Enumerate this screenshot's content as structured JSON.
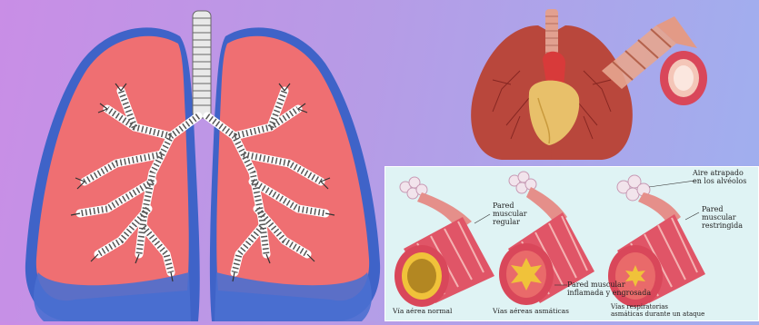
{
  "asthma_diagram": {
    "labels": {
      "trapped_air": "Aire atrapado\nen los alvéolos",
      "muscle_normal": "Pared\nmuscular\nregular",
      "muscle_restricted": "Pared\nmuscular\nrestringida",
      "muscle_inflamed": "Pared muscular\ninflamada y engrosada",
      "airway_normal": "Vía aérea normal",
      "airway_asthmatic": "Vías aéreas asmáticas",
      "airway_attack": "Vías respiratorias\nasmáticas durante un ataque"
    }
  },
  "colors": {
    "lung_fill": "#ef6f72",
    "lung_outline": "#3f63c8",
    "airway_wall": "#d9475a",
    "mucus": "#e7b928",
    "panel_bg": "#dff3f4"
  }
}
